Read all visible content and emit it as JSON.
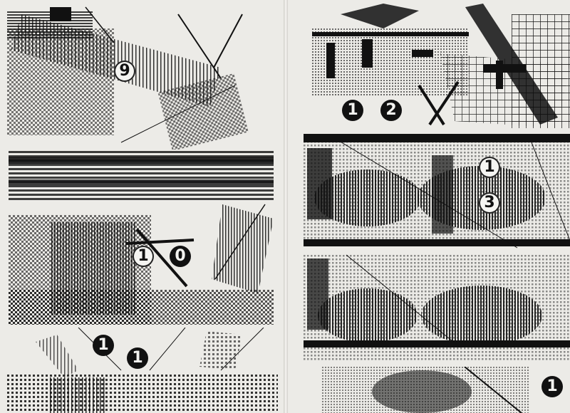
{
  "spread": {
    "colors": {
      "paper": "#ecebe7",
      "ink": "#111111"
    },
    "left_page": {
      "figure_numbers": [
        {
          "label": "9",
          "style": "light"
        },
        {
          "label": "1",
          "style": "light"
        },
        {
          "label": "0",
          "style": "dark"
        },
        {
          "label": "1",
          "style": "dark"
        },
        {
          "label": "1",
          "style": "dark"
        }
      ]
    },
    "right_page": {
      "figure_numbers": [
        {
          "label": "1",
          "style": "dark"
        },
        {
          "label": "2",
          "style": "dark"
        },
        {
          "label": "1",
          "style": "light"
        },
        {
          "label": "3",
          "style": "light"
        },
        {
          "label": "1",
          "style": "dark"
        }
      ]
    }
  }
}
